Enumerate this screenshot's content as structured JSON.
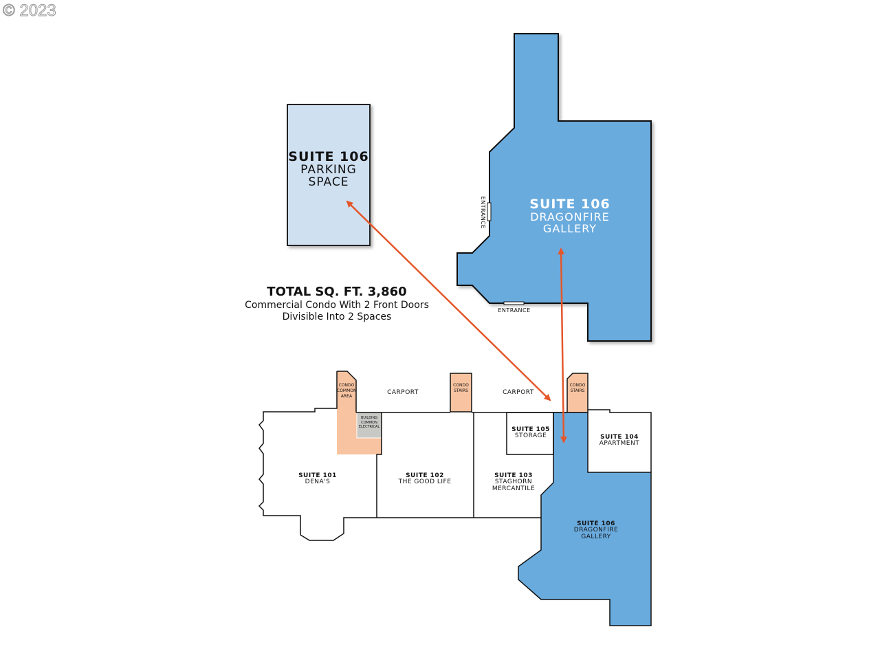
{
  "copyright": "© 2023",
  "summary": {
    "total": "TOTAL SQ. FT. 3,860",
    "line1": "Commercial Condo With 2 Front Doors",
    "line2": "Divisible Into 2 Spaces"
  },
  "parking": {
    "title": "SUITE 106",
    "line1": "PARKING",
    "line2": "SPACE"
  },
  "upper_suite": {
    "title": "SUITE 106",
    "line1": "DRAGONFIRE",
    "line2": "GALLERY",
    "entrance_side": "ENTRANCE",
    "entrance_bottom": "ENTRANCE"
  },
  "lower_plan": {
    "condo_common": "CONDO COMMON AREA",
    "building_electrical": "BUILDING COMMON ELECTRICAL",
    "carport1": "CARPORT",
    "carport2": "CARPORT",
    "stairs1": "CONDO STAIRS",
    "stairs2": "CONDO STAIRS",
    "suite101": {
      "title": "SUITE 101",
      "name": "DENA'S"
    },
    "suite102": {
      "title": "SUITE 102",
      "name": "THE GOOD LIFE"
    },
    "suite103": {
      "title": "SUITE 103",
      "name1": "STAGHORN",
      "name2": "MERCANTILE"
    },
    "suite104": {
      "title": "SUITE 104",
      "name": "APARTMENT"
    },
    "suite105": {
      "title": "SUITE 105",
      "name": "STORAGE"
    },
    "suite106": {
      "title": "SUITE 106",
      "name1": "DRAGONFIRE",
      "name2": "GALLERY"
    }
  },
  "colors": {
    "suite": "#6aabde",
    "parking": "#cfe0f1",
    "common": "#f8c3a0",
    "electrical": "#c8c8c4",
    "arrow": "#e4572a"
  }
}
